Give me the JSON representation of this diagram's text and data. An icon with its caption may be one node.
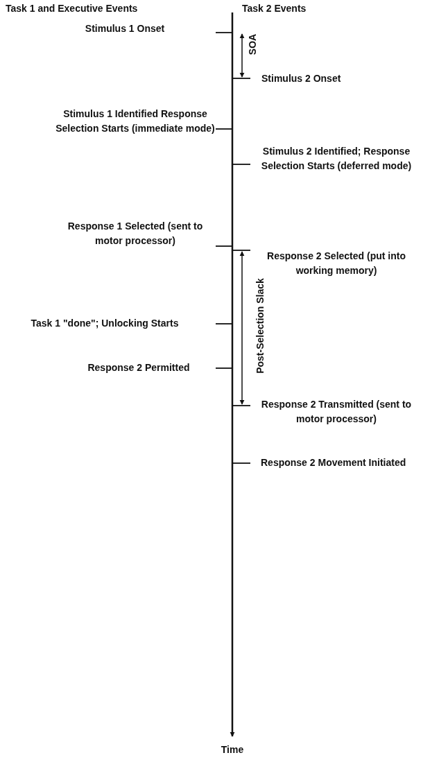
{
  "diagram": {
    "labels": [
      "Task 1 and Executive Events",
      "Task 2 Events",
      "Stimulus 1 Onset",
      "SOA",
      "Stimulus 2 Onset",
      "Stimulus 1 Identified Response Selection Starts (immediate mode)",
      "Stimulus 2 Identified; Response Selection Starts (deferred mode)",
      "Response 1 Selected (sent to motor processor)",
      "Response 2 Selected (put into working memory)",
      "Task 1 \"done\"; Unlocking Starts",
      "Post-Selection Slack",
      "Response 2 Permitted",
      "Response 2 Transmitted (sent to motor processor)",
      "Response 2 Movement Initiated",
      "Time"
    ]
  }
}
